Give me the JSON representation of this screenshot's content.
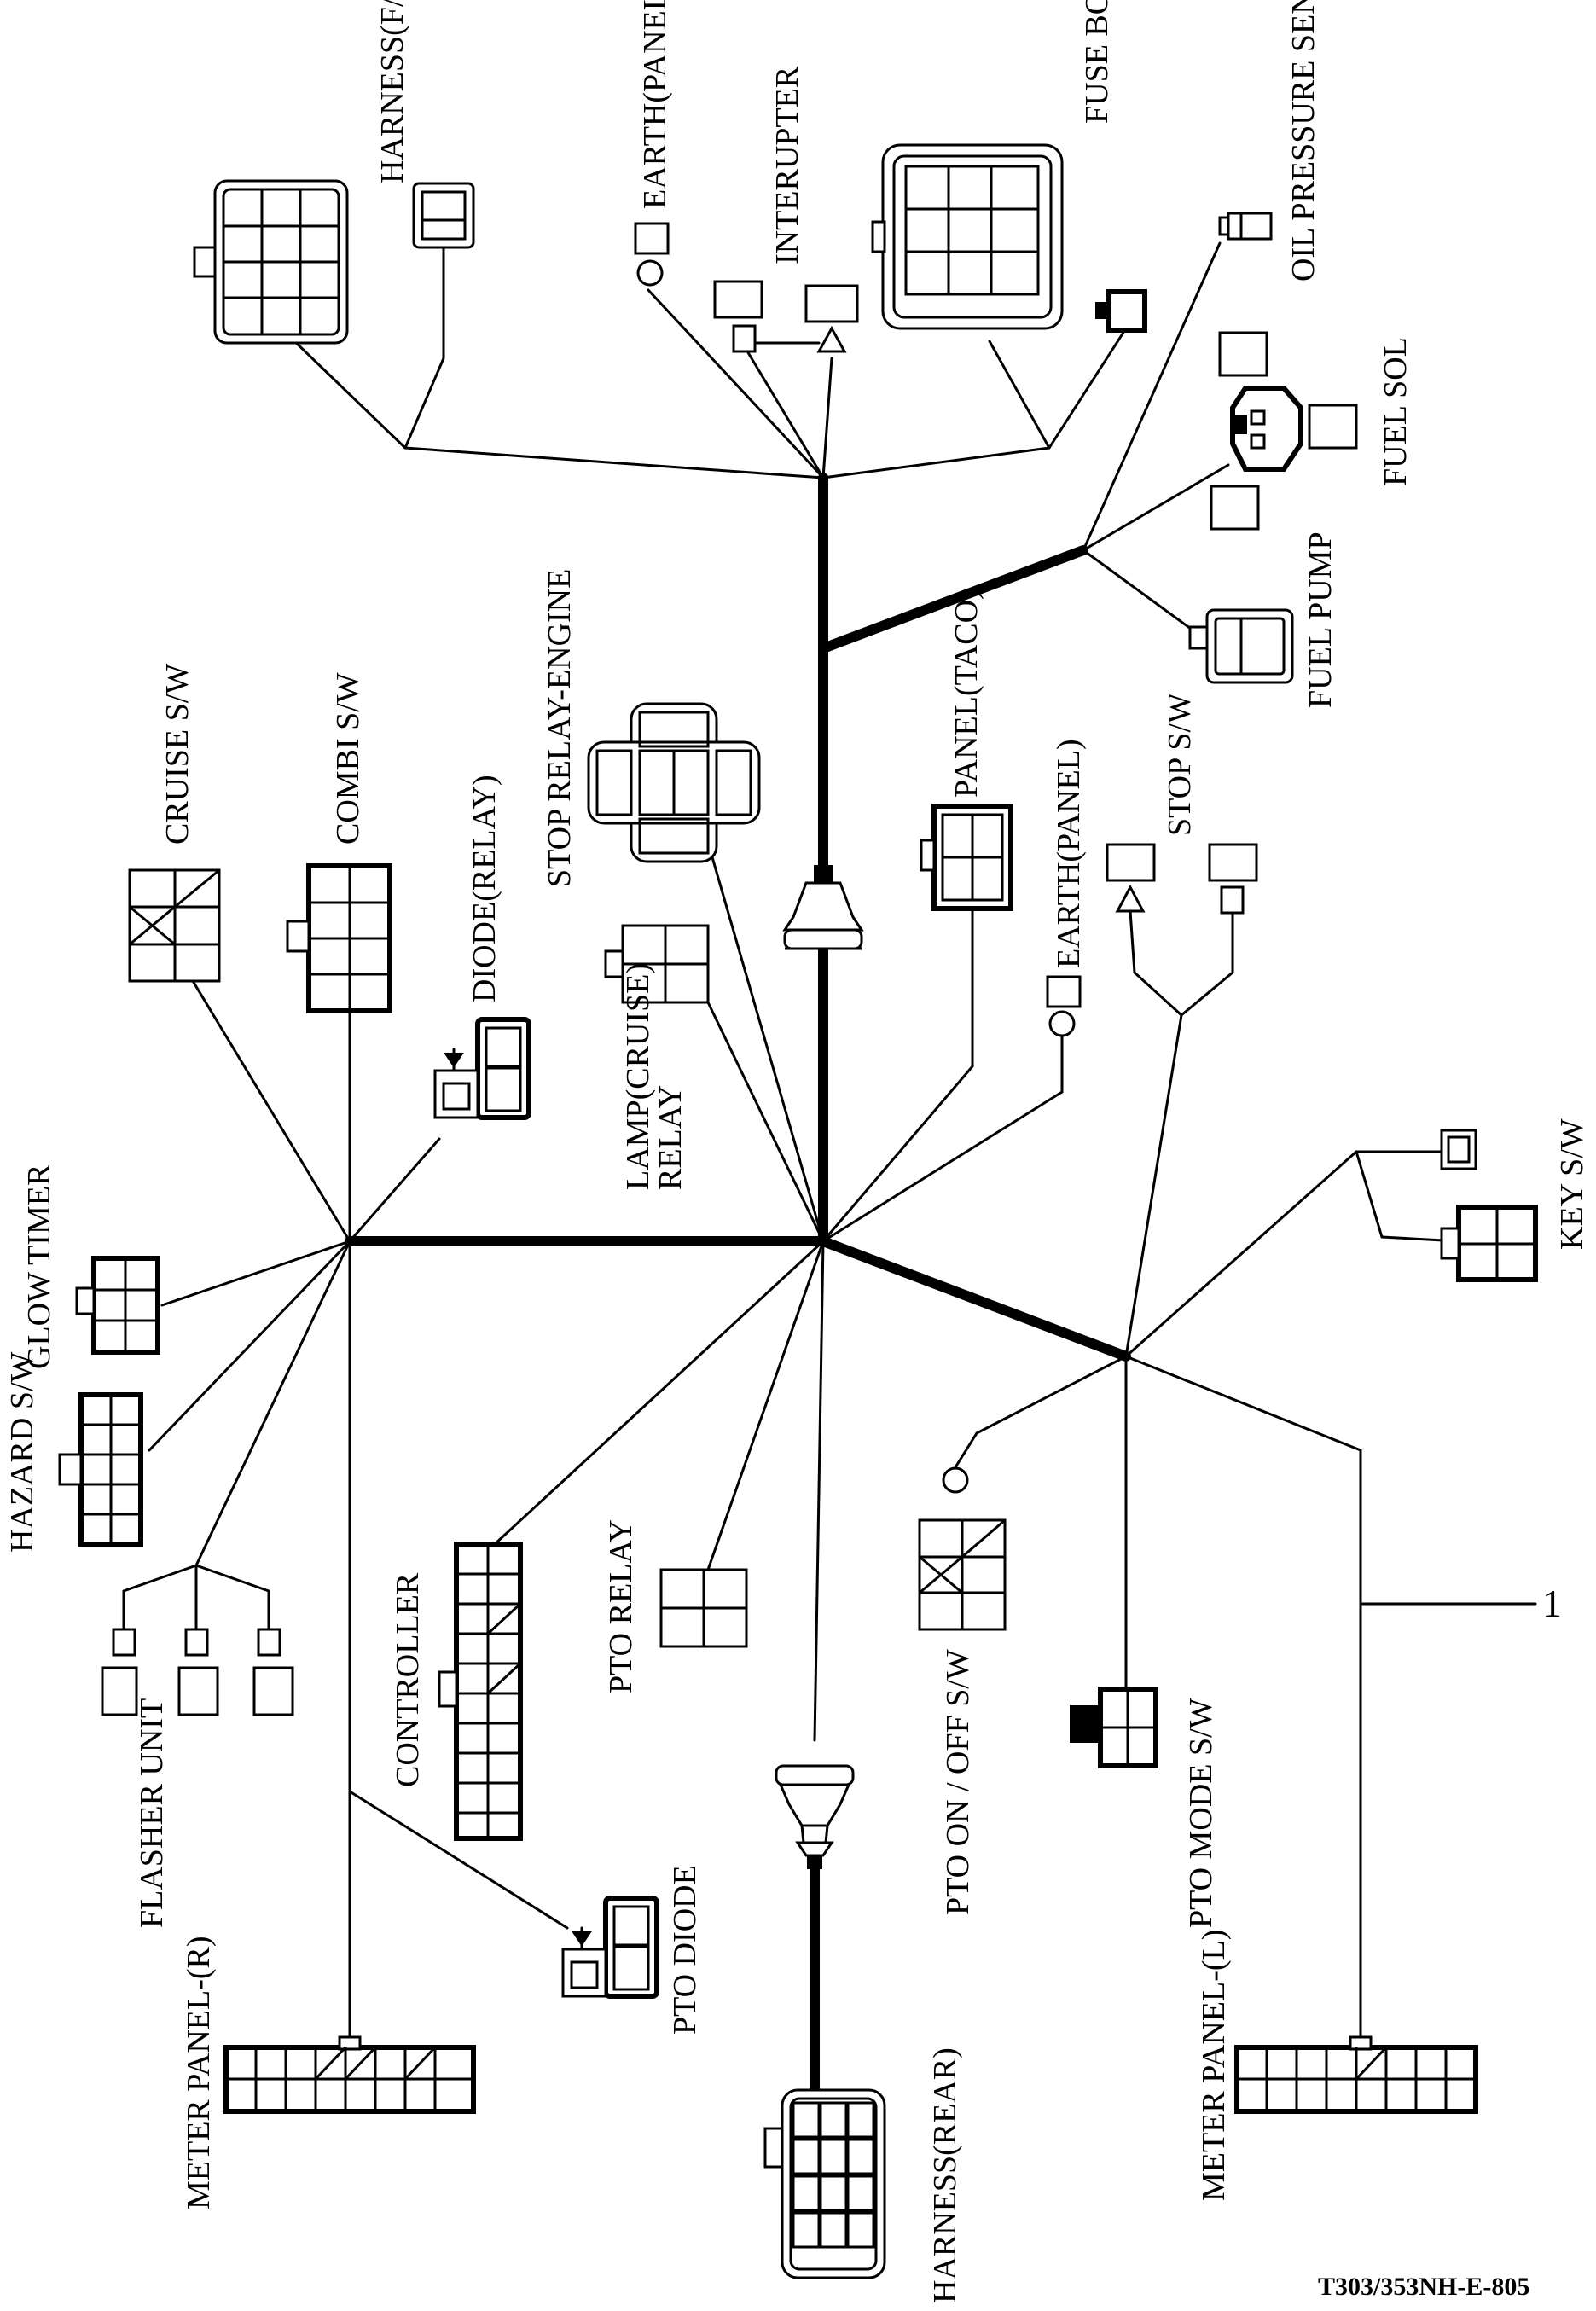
{
  "drawing_code": "T303/353NH-E-805",
  "callout_number": "1",
  "labels": {
    "harness_fg": "HARNESS(F/G)",
    "earth_panel_top": "EARTH(PANEL)",
    "interupter": "INTERUPTER",
    "fuse_box": "FUSE BOX",
    "oil_pressure_sensor": "OIL PRESSURE SENSOR",
    "fuel_sol": "FUEL SOL",
    "fuel_pump": "FUEL PUMP",
    "stop_relay_engine": "STOP RELAY-ENGINE",
    "panel_taco": "PANEL(TACO)",
    "earth_panel_mid": "EARTH(PANEL)",
    "stop_sw": "STOP S/W",
    "cruise_sw": "CRUISE S/W",
    "comb_sw": "COMBI S/W",
    "diode_relay": "DIODE(RELAY)",
    "lamp_cruise_relay_1": "LAMP(CRUISE)",
    "lamp_cruise_relay_2": "RELAY",
    "key_sw": "KEY S/W",
    "glow_timer": "GLOW TIMER",
    "hazard_sw": "HAZARD S/W",
    "controller": "CONTROLLER",
    "pto_relay": "PTO RELAY",
    "pto_on_off_sw": "PTO ON / OFF S/W",
    "pto_mode_sw": "PTO MODE  S/W",
    "flasher_unit": "FLASHER UNIT",
    "pto_diode": "PTO DIODE",
    "meter_panel_r": "METER PANEL-(R)",
    "harness_rear": "HARNESS(REAR)",
    "meter_panel_l": "METER PANEL-(L)"
  }
}
